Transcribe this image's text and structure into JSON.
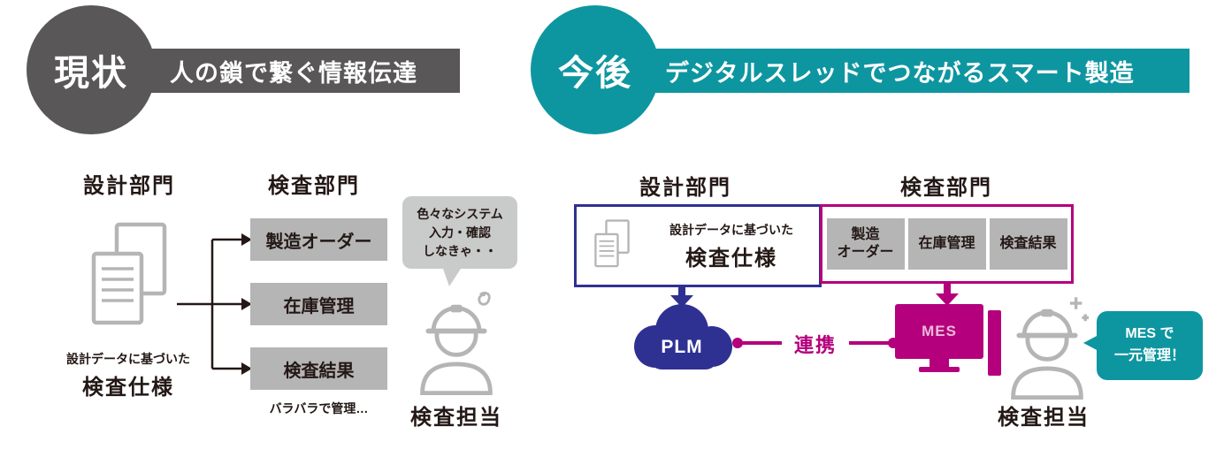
{
  "colors": {
    "current_gray": "#595757",
    "future_teal": "#0e96a0",
    "plm_blue": "#2e3192",
    "mes_magenta": "#b4007c",
    "box_gray": "#b5b5b6"
  },
  "current": {
    "badge": "現状",
    "banner": "人の鎖で繋ぐ情報伝達",
    "design_dept_label": "設計部門",
    "inspection_dept_label": "検査部門",
    "spec_note": "設計データに基づいた",
    "spec_title": "検査仕様",
    "system_boxes": [
      "製造オーダー",
      "在庫管理",
      "検査結果"
    ],
    "boxes_note": "バラバラで管理…",
    "speech_bubble": "色々なシステム\n入力・確認\nしなきゃ・・",
    "worker_label": "検査担当"
  },
  "future": {
    "badge": "今後",
    "banner": "デジタルスレッドでつながるスマート製造",
    "design_dept_label": "設計部門",
    "inspection_dept_label": "検査部門",
    "spec_note": "設計データに基づいた",
    "spec_title": "検査仕様",
    "plm_label": "PLM",
    "link_label": "連携",
    "system_boxes": [
      "製造\nオーダー",
      "在庫管理",
      "検査結果"
    ],
    "mes_label": "MES",
    "speech_bubble": "MES で\n一元管理！",
    "worker_label": "検査担当"
  }
}
